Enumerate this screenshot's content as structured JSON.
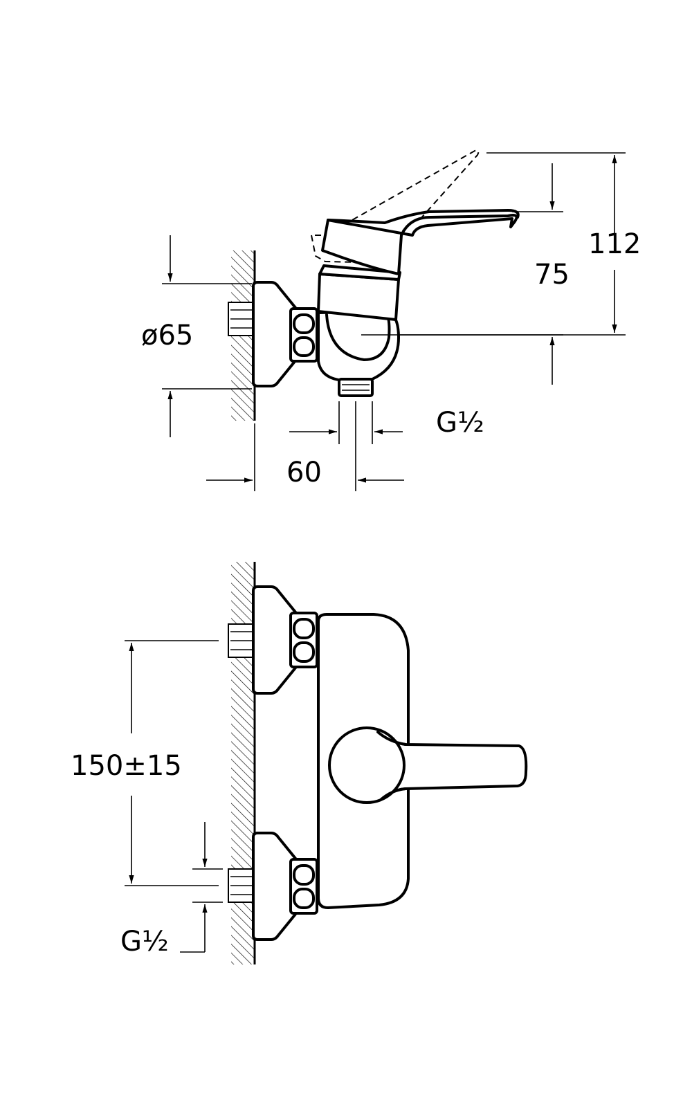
{
  "dimensions": {
    "side_height_total": "112",
    "side_axis_height": "75",
    "rosette_diameter": "ø65",
    "wall_to_outlet": "60",
    "outlet_thread": "G½",
    "inlet_spacing": "150±15",
    "inlet_thread": "G½"
  }
}
